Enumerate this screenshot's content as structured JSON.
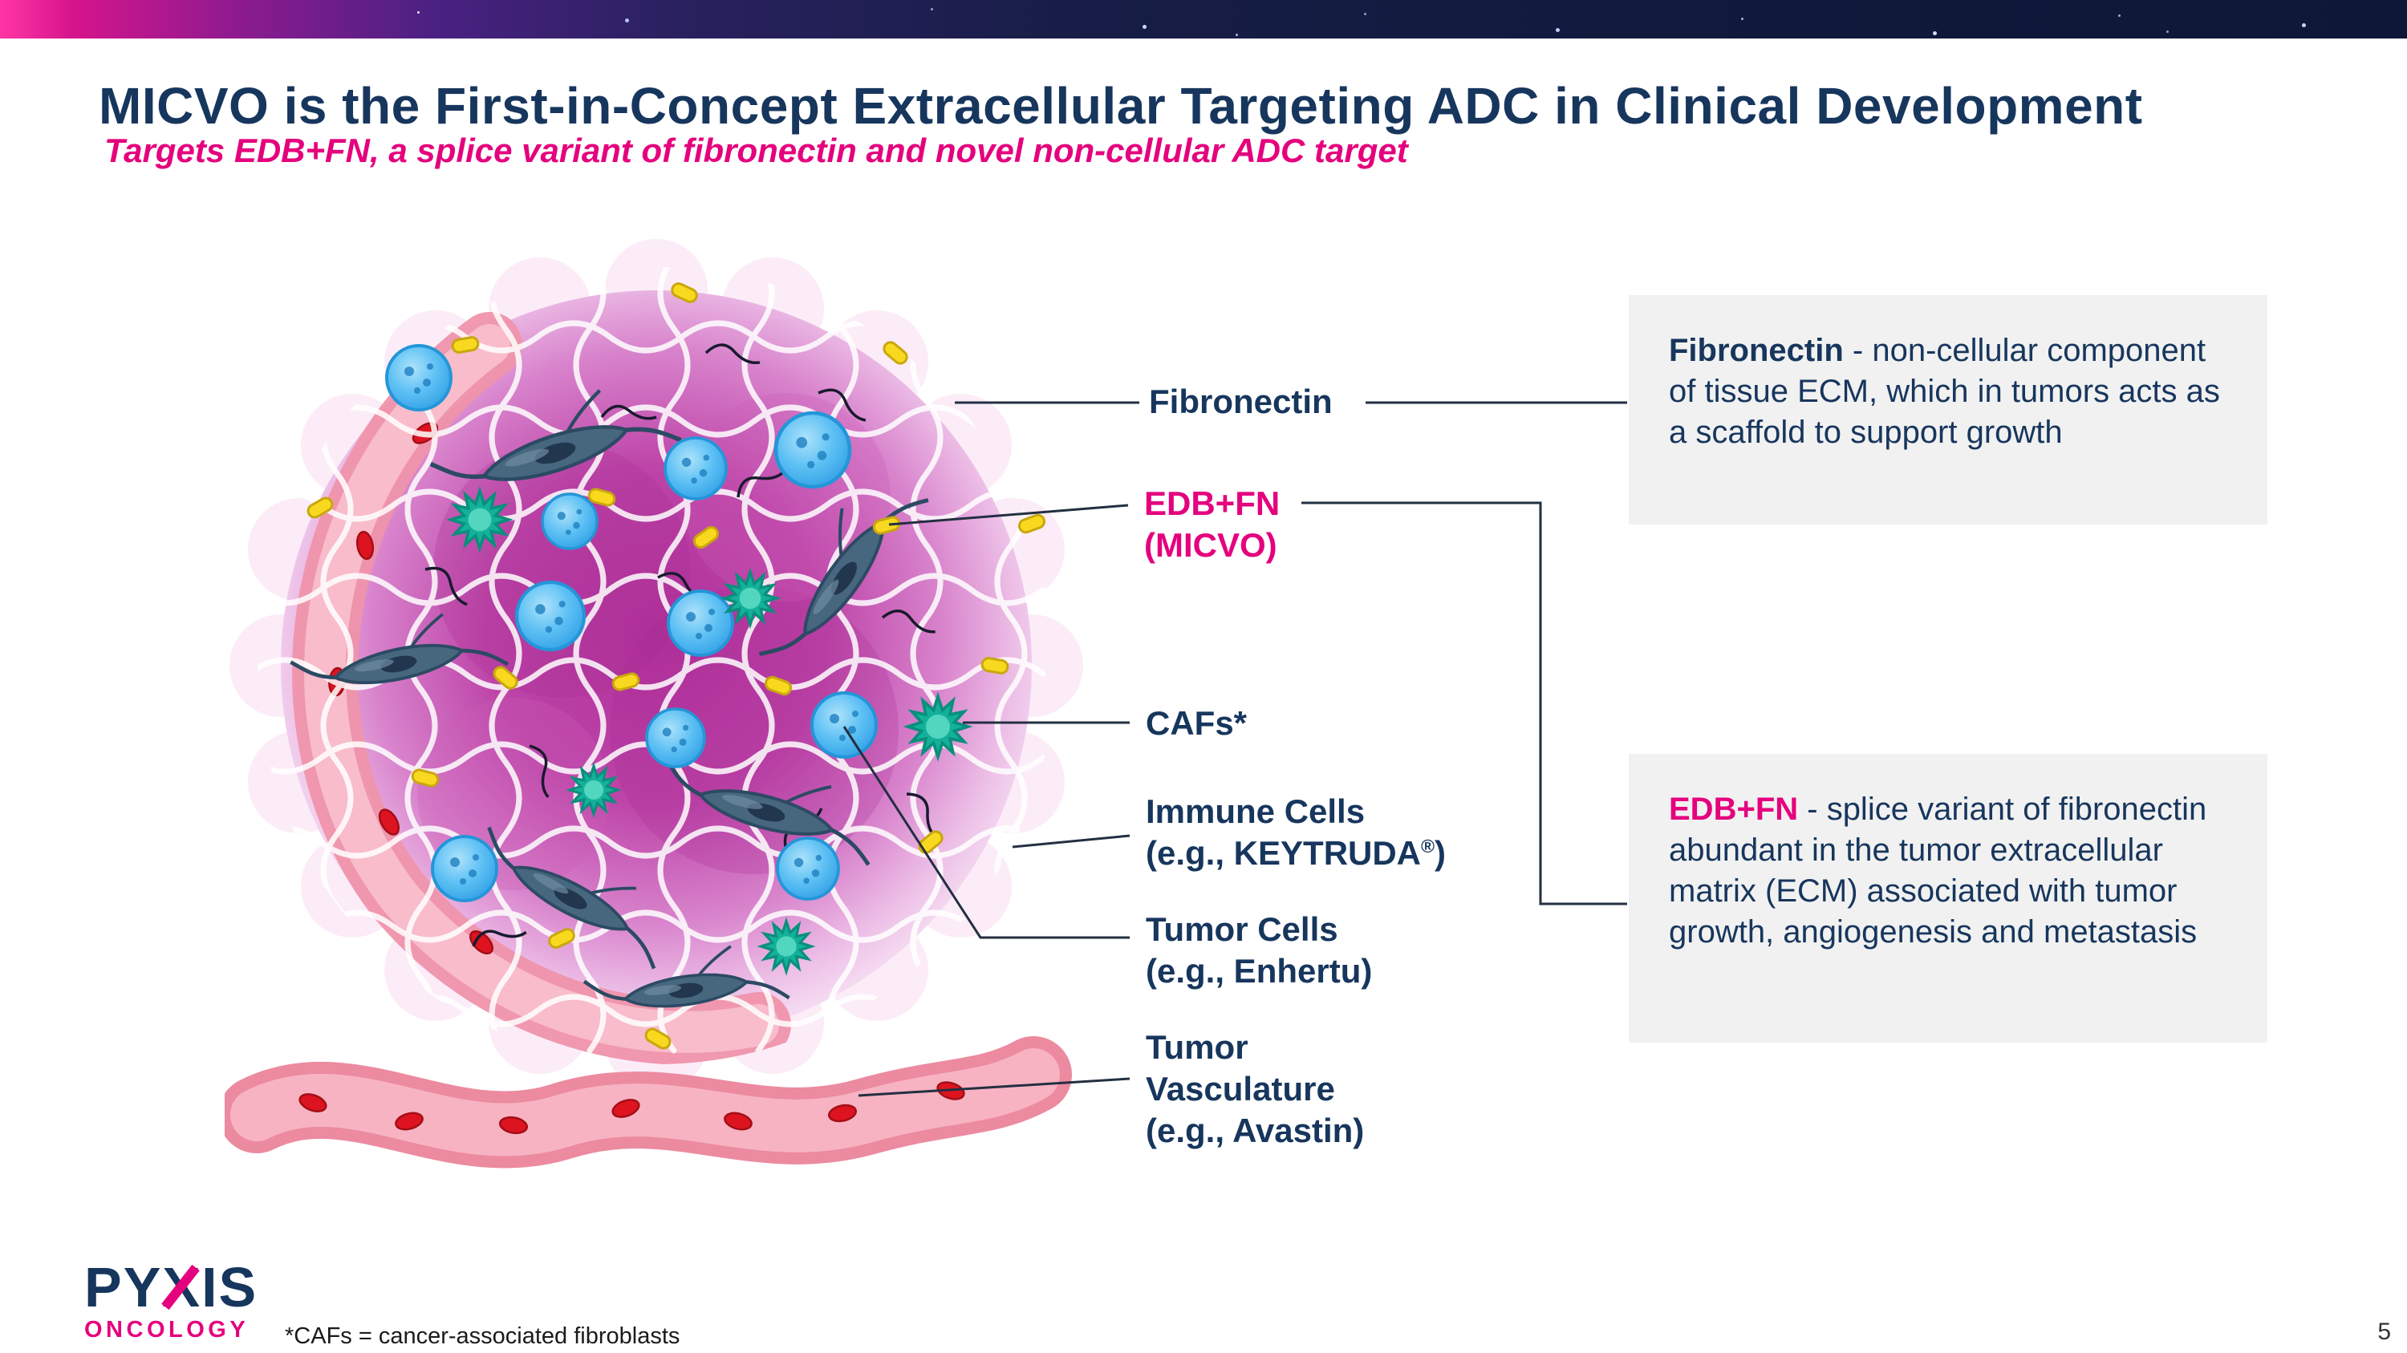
{
  "slide": {
    "title": "MICVO is the First-in-Concept Extracellular Targeting ADC in Clinical Development",
    "subtitle": "Targets EDB+FN, a splice variant of fibronectin and novel non-cellular ADC target",
    "footnote": "*CAFs = cancer-associated fibroblasts",
    "page_number": "5"
  },
  "diagram_labels": {
    "fibronectin": "Fibronectin",
    "edb_fn": {
      "line1": "EDB+FN",
      "line2": "(MICVO)"
    },
    "cafs": "CAFs*",
    "immune_cells": {
      "line1": "Immune Cells",
      "line2_prefix": "(e.g., KEYTRUDA",
      "reg_mark": "®",
      "line2_suffix": ")"
    },
    "tumor_cells": {
      "line1": "Tumor Cells",
      "line2": "(e.g., Enhertu)"
    },
    "tumor_vasculature": {
      "line1": "Tumor",
      "line2": "Vasculature",
      "line3": "(e.g., Avastin)"
    }
  },
  "callout_boxes": {
    "fibronectin": {
      "term": "Fibronectin",
      "description": " - non-cellular component of tissue ECM, which in tumors acts as a scaffold to support growth"
    },
    "edb_fn": {
      "term": "EDB+FN",
      "description": " - splice variant of fibronectin abundant in the tumor extracellular matrix (ECM) associated with tumor growth, angiogenesis and metastasis"
    }
  },
  "logo": {
    "part1": "PY",
    "x": "X",
    "part2": "IS",
    "subtext": "ONCOLOGY"
  },
  "colors": {
    "navy": "#17365d",
    "magenta": "#e5007d",
    "callout_bg": "#f1f1f1",
    "leader_line": "#232f42"
  }
}
